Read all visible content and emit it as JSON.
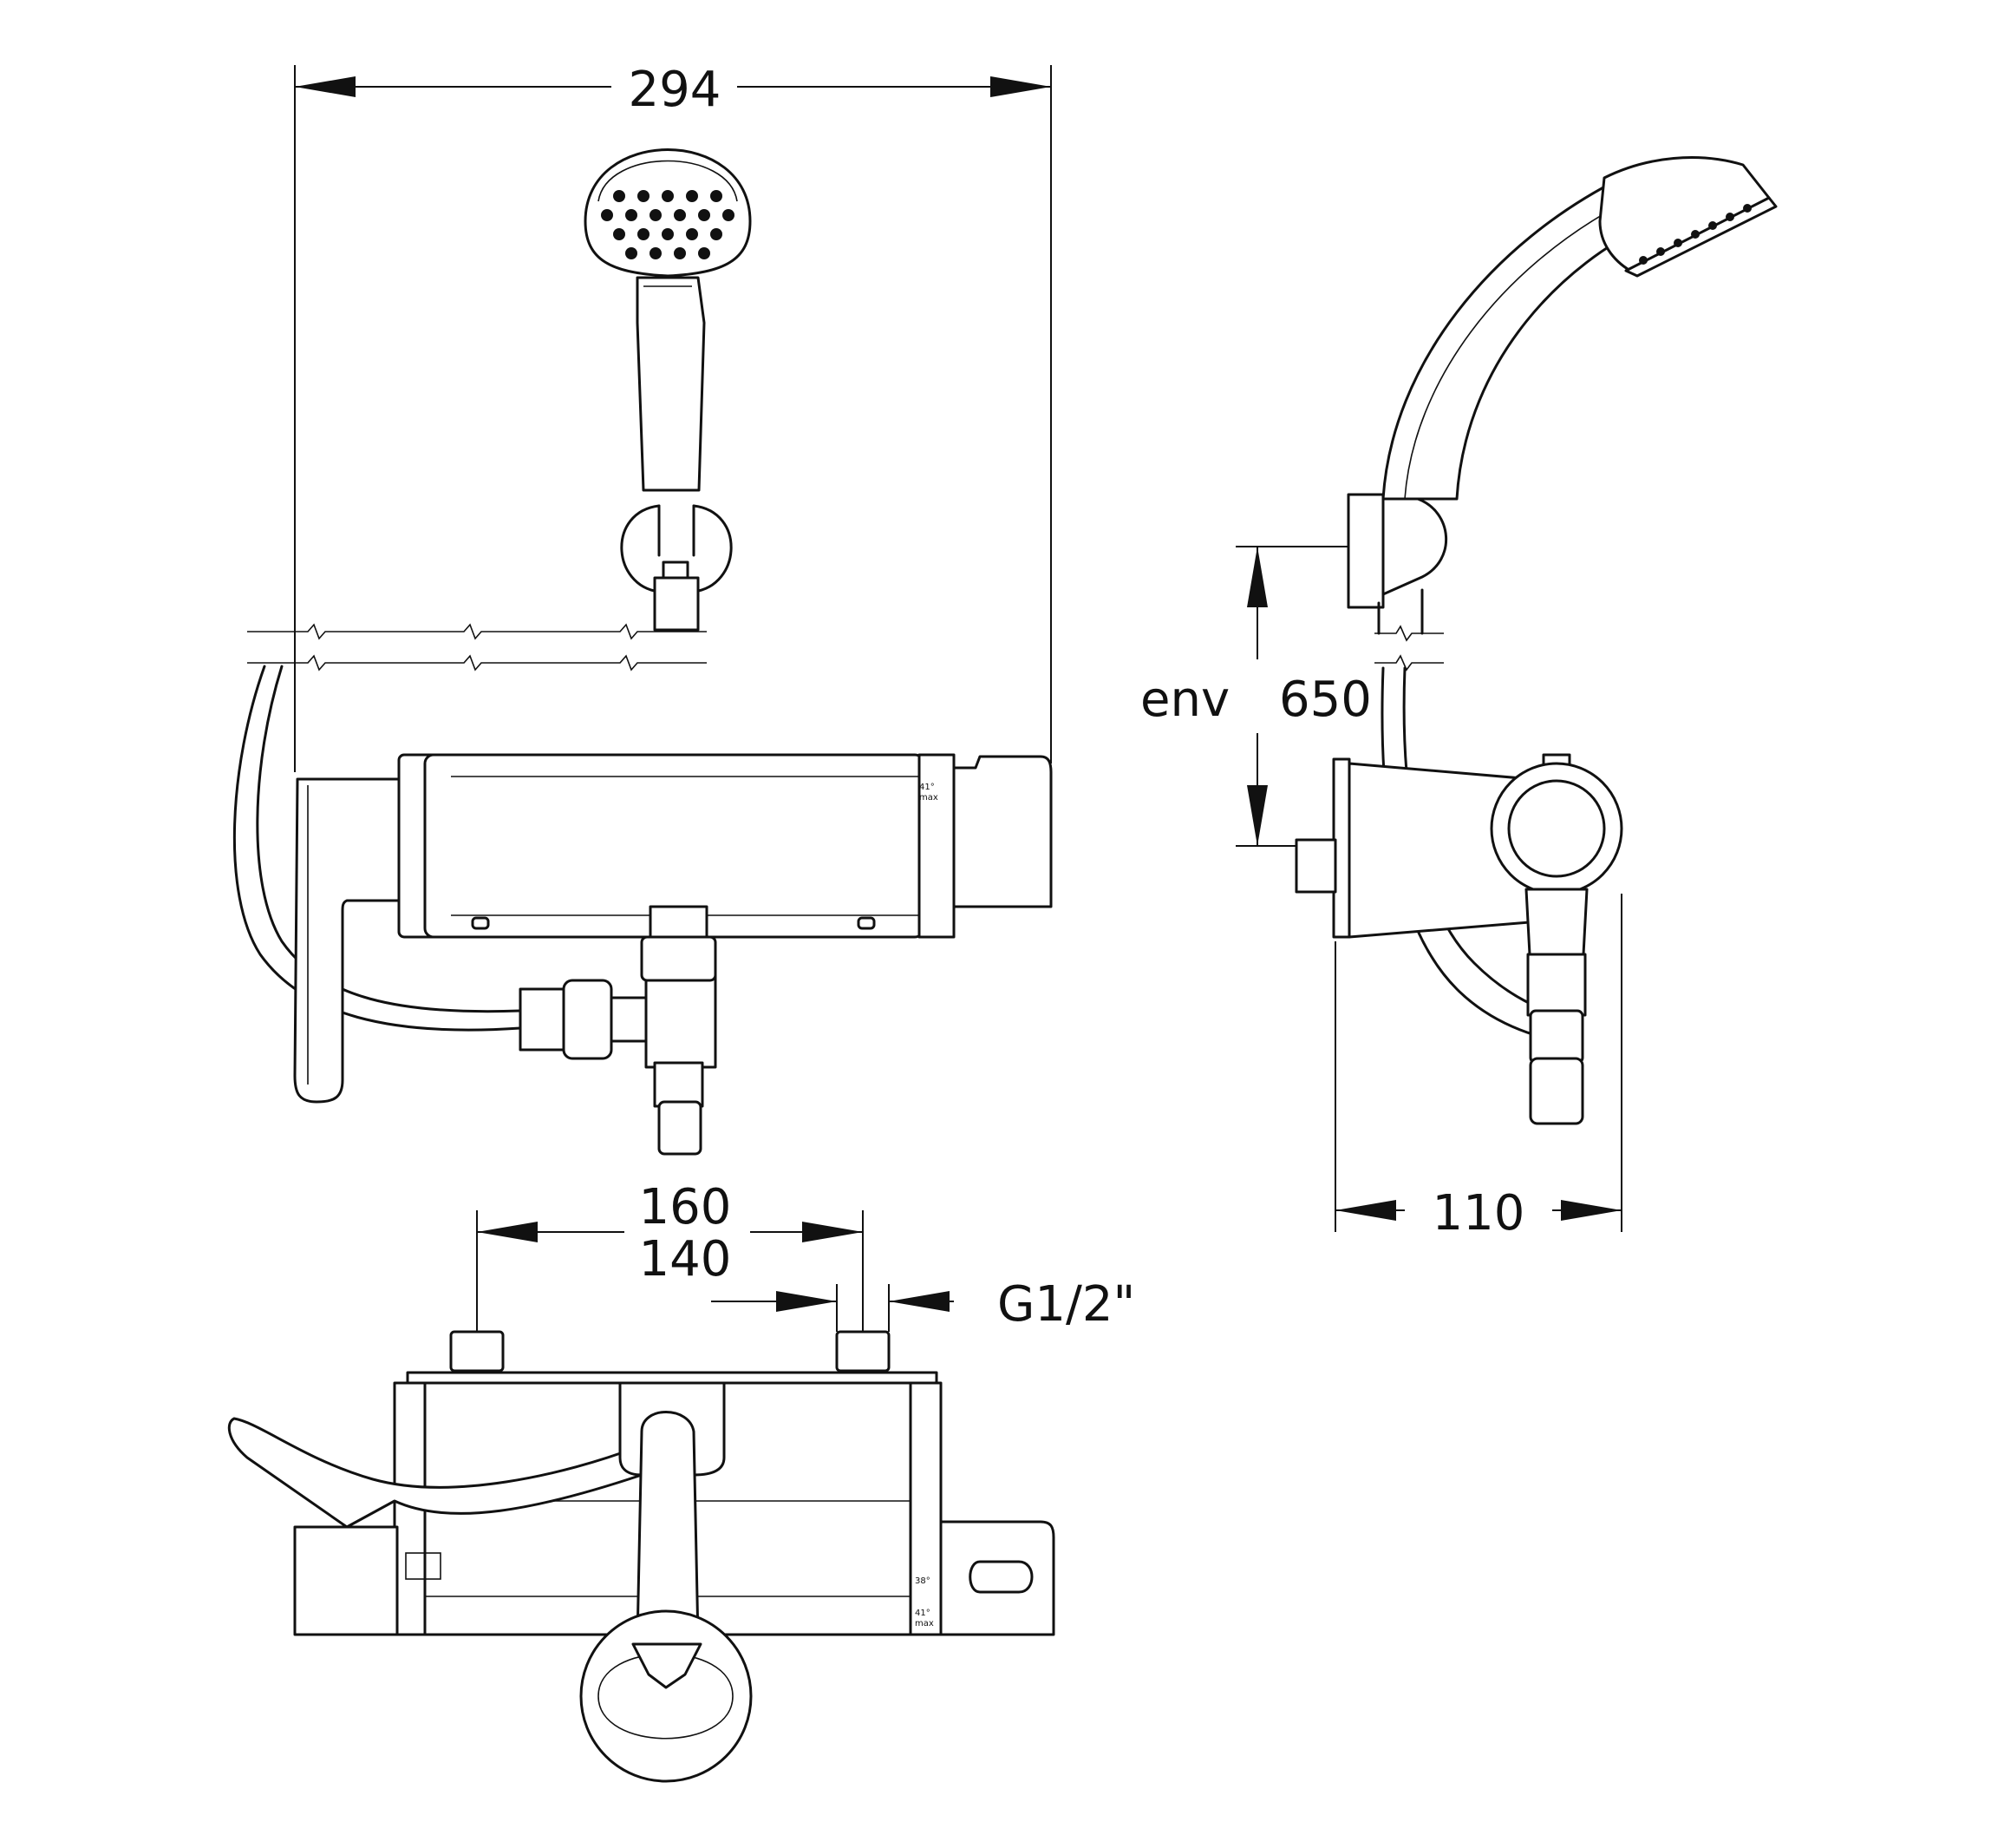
{
  "dimensions": {
    "width_overall": "294",
    "height_env_prefix": "env",
    "height_env_value": "650",
    "depth": "110",
    "inlet_spacing_max": "160",
    "inlet_spacing_min": "140",
    "thread": "G1/2\""
  },
  "markings": {
    "max_temp": "41°",
    "max_label": "max",
    "mid_temp": "38°"
  }
}
